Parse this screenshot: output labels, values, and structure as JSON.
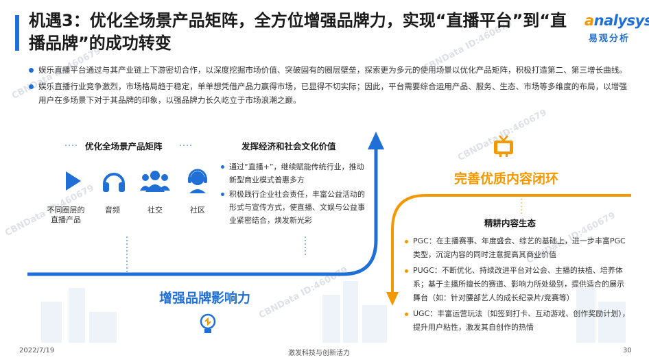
{
  "title": "机遇3：优化全场景产品矩阵，全方位增强品牌力，实现“直播平台”到“直播品牌”的成功转变",
  "logo": {
    "word_a": "a",
    "word_rest": "nalysys",
    "sub": "易观分析"
  },
  "bullets": [
    "娱乐直播平台通过与其产业链上下游密切合作，以深度挖掘市场价值、突破固有的圈层壁垒，探索更为多元的使用场景以优化产品矩阵，积极打造第二、第三增长曲线。",
    "娱乐直播行业竞争激烈，市场格局趋于稳定，单单想凭借产品力赢得市场，已显得不切实际；因此，平台需要综合运用产品、服务、生态、市场等多维度的布局，以增强用户在多场景下对于其品牌的印象，以强品牌力长久屹立于市场浪潮之巅。"
  ],
  "left_section": {
    "heading": "优化全场景产品矩阵",
    "items": [
      {
        "icon": "play-icon",
        "label": "不同圈层的直播产品"
      },
      {
        "icon": "headphones-icon",
        "label": "音频"
      },
      {
        "icon": "group-icon",
        "label": "社交"
      },
      {
        "icon": "person-headset-icon",
        "label": "社区"
      }
    ]
  },
  "mid_section": {
    "heading": "发挥经济和社会文化价值",
    "items": [
      "通过“直播+”，继续赋能传统行业，推动新型商业模式普惠多方",
      "积极践行企业社会责任，丰富公益活动的形式与宣传方式，使直播、文娱与公益事业紧密结合，焕发新光彩"
    ]
  },
  "brand_label": "增强品牌影响力",
  "content_loop_label": "完善优质内容闭环",
  "right_section": {
    "heading": "精耕内容生态",
    "items": [
      "PGC：在主播赛事、年度盛会、综艺的基础上，进一步丰富PGC类型，沉淀内容的同时注意提高其商业价值",
      "PUGC：不断优化、持续改进平台对公会、主播的扶植、培养体系；基于主播所擅长的赛道、影响力所处级别，提供适合的展示舞台（如：针对腰部艺人的成长纪录片/竞赛等）",
      "UGC：丰富运营玩法（如签到打卡、互动游戏、创作奖励计划），提升用户粘性，激发其自创作的热情"
    ]
  },
  "watermark": "CBNData ID:460679",
  "footer": {
    "date": "2022/7/19",
    "center": "激发科技与创新活力",
    "page": "30"
  },
  "colors": {
    "blue": "#1f6fd6",
    "orange": "#f39800"
  }
}
